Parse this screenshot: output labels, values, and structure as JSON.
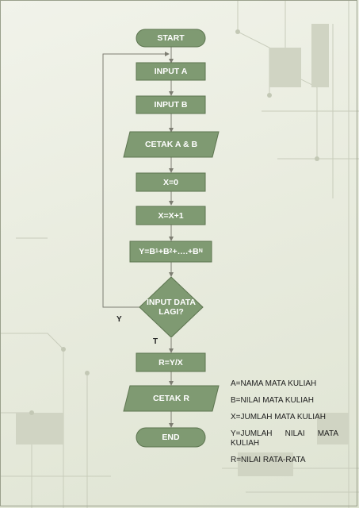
{
  "nodes": {
    "start": "START",
    "input_a": "INPUT A",
    "input_b": "INPUT B",
    "cetak_ab": "CETAK A & B",
    "x0": "X=0",
    "x_inc": "X=X+1",
    "y_sum": {
      "text_a": "Y=B",
      "sub_a": "1",
      "text_b": "+B",
      "sub_b": "2",
      "text_c": "+….+B",
      "sub_c": "N"
    },
    "decision": {
      "line1": "INPUT DATA",
      "line2": "LAGI?"
    },
    "r": "R=Y/X",
    "cetak_r": "CETAK R",
    "end": "END"
  },
  "edges": {
    "yes": "Y",
    "no": "T"
  },
  "legend": [
    "A=NAMA MATA KULIAH",
    "B=NILAI MATA KULIAH",
    "X=JUMLAH MATA KULIAH",
    "Y=JUMLAH NILAI MATA KULIAH",
    "R=NILAI RATA-RATA"
  ],
  "colors": {
    "node_fill": "#7f9a72",
    "node_border": "#5d7550",
    "connector": "#7d7d72",
    "background": "#eceee2"
  }
}
